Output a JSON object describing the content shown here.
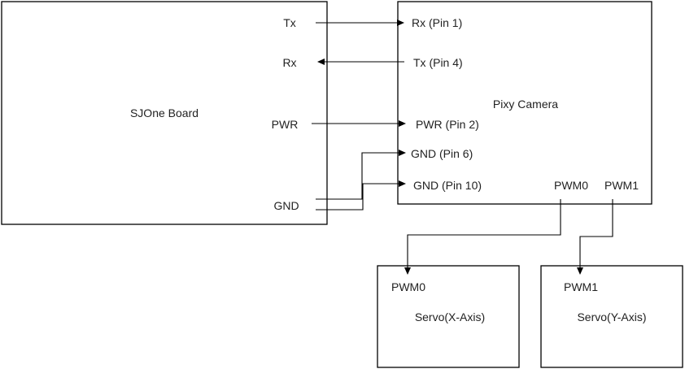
{
  "sjone": {
    "title": "SJOne Board",
    "tx": "Tx",
    "rx": "Rx",
    "pwr": "PWR",
    "gnd": "GND"
  },
  "pixy": {
    "title": "Pixy Camera",
    "rx_pin": "Rx (Pin 1)",
    "tx_pin": "Tx (Pin 4)",
    "pwr_pin": "PWR (Pin 2)",
    "gnd_pin6": "GND (Pin 6)",
    "gnd_pin10": "GND (Pin 10)",
    "pwm0": "PWM0",
    "pwm1": "PWM1"
  },
  "servo_x": {
    "title": "Servo(X-Axis)",
    "pwm": "PWM0"
  },
  "servo_y": {
    "title": "Servo(Y-Axis)",
    "pwm": "PWM1"
  },
  "colors": {
    "line": "#000000",
    "text": "#222222",
    "background": "#ffffff"
  }
}
